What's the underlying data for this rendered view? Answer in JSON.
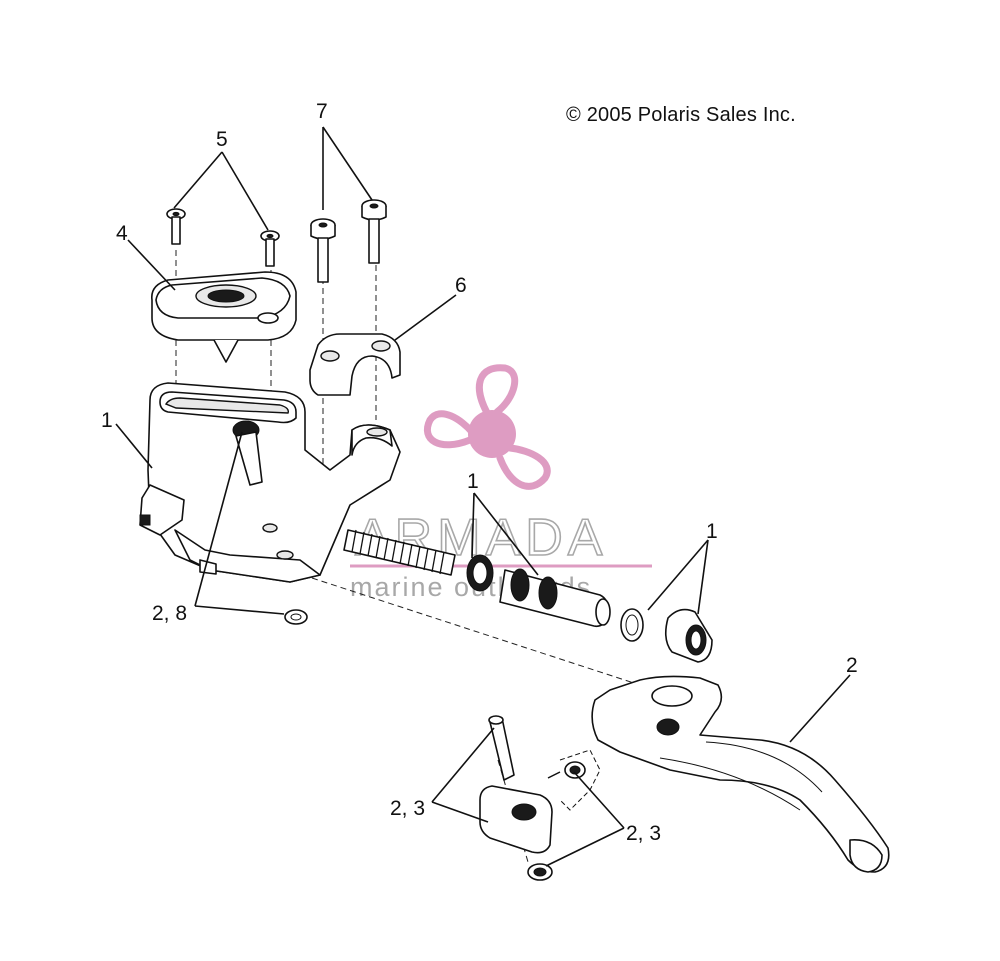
{
  "copyright": "© 2005 Polaris Sales Inc.",
  "watermark": {
    "brand": "ARMADA",
    "tagline": "marine outboards",
    "color": "#d98bb8"
  },
  "callouts": {
    "c1_reservoir": "1",
    "c1_piston": "1",
    "c1_boot": "1",
    "c2_lever": "2",
    "c28": "2, 8",
    "c23_left": "2, 3",
    "c23_right": "2, 3",
    "c4": "4",
    "c5": "5",
    "c6": "6",
    "c7": "7"
  }
}
